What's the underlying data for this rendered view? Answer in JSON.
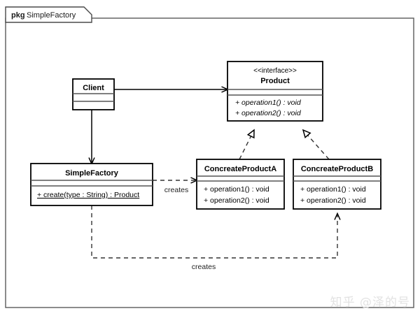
{
  "package": {
    "keyword": "pkg",
    "name": "SimpleFactory"
  },
  "classes": {
    "client": {
      "name": "Client",
      "attributes": [],
      "operations": []
    },
    "product": {
      "stereotype": "<<interface>>",
      "name": "Product",
      "operations": [
        "+ operation1() : void",
        "+ operation2() : void"
      ]
    },
    "simple_factory": {
      "name": "SimpleFactory",
      "operations": [
        "+ create(type : String) : Product"
      ]
    },
    "concrete_product_a": {
      "name": "ConcreateProductA",
      "operations": [
        "+ operation1() : void",
        "+ operation2() : void"
      ]
    },
    "concrete_product_b": {
      "name": "ConcreateProductB",
      "operations": [
        "+ operation1() : void",
        "+ operation2() : void"
      ]
    }
  },
  "edges": {
    "client_uses_product": {
      "label": ""
    },
    "client_uses_factory": {
      "label": ""
    },
    "factory_creates_a": {
      "label": "creates"
    },
    "factory_creates_b": {
      "label": "creates"
    },
    "a_realizes_product": {
      "label": ""
    },
    "b_realizes_product": {
      "label": ""
    }
  },
  "watermark": {
    "text": "知乎 @泽的号"
  },
  "colors": {
    "background": "#ffffff",
    "frame_stroke": "#5a5a5a",
    "class_stroke": "#000000",
    "edge": "#333333",
    "watermark": "#e2e2e2"
  }
}
